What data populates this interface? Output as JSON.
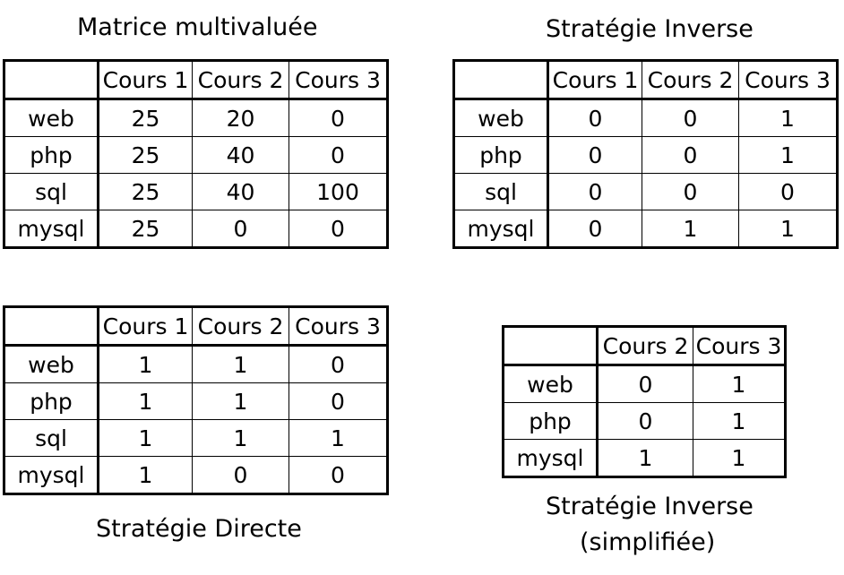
{
  "tables": {
    "multi": {
      "title": "Matrice multivaluée",
      "headers": [
        "",
        "Cours 1",
        "Cours 2",
        "Cours 3"
      ],
      "rows": [
        [
          "web",
          "25",
          "20",
          "0"
        ],
        [
          "php",
          "25",
          "40",
          "0"
        ],
        [
          "sql",
          "25",
          "40",
          "100"
        ],
        [
          "mysql",
          "25",
          "0",
          "0"
        ]
      ]
    },
    "inverse": {
      "title": "Stratégie Inverse",
      "headers": [
        "",
        "Cours 1",
        "Cours 2",
        "Cours 3"
      ],
      "rows": [
        [
          "web",
          "0",
          "0",
          "1"
        ],
        [
          "php",
          "0",
          "0",
          "1"
        ],
        [
          "sql",
          "0",
          "0",
          "0"
        ],
        [
          "mysql",
          "0",
          "1",
          "1"
        ]
      ]
    },
    "directe": {
      "title": "Stratégie Directe",
      "headers": [
        "",
        "Cours 1",
        "Cours 2",
        "Cours 3"
      ],
      "rows": [
        [
          "web",
          "1",
          "1",
          "0"
        ],
        [
          "php",
          "1",
          "1",
          "0"
        ],
        [
          "sql",
          "1",
          "1",
          "1"
        ],
        [
          "mysql",
          "1",
          "0",
          "0"
        ]
      ]
    },
    "simplifiee": {
      "title_line1": "Stratégie Inverse",
      "title_line2": "(simplifiée)",
      "headers": [
        "",
        "Cours 2",
        "Cours 3"
      ],
      "rows": [
        [
          "web",
          "0",
          "1"
        ],
        [
          "php",
          "0",
          "1"
        ],
        [
          "mysql",
          "1",
          "1"
        ]
      ]
    }
  }
}
